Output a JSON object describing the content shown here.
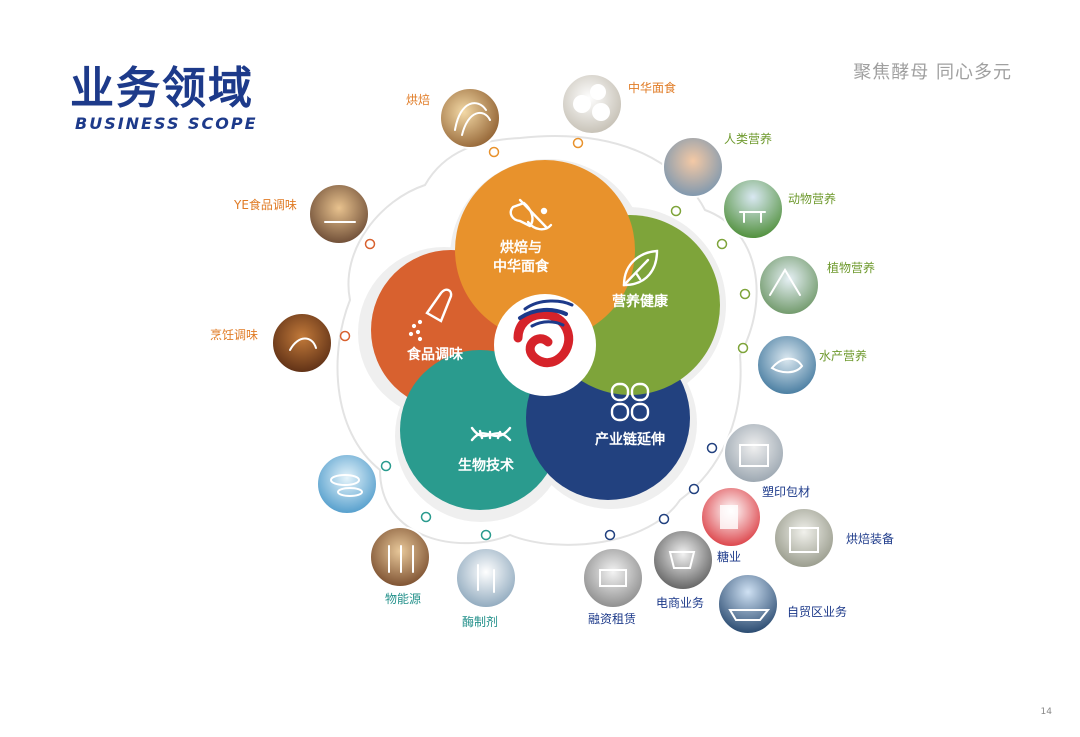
{
  "header": {
    "title_cn": "业务领域",
    "title_en": "BUSINESS SCOPE",
    "slogan": "聚焦酵母 同心多元"
  },
  "core_segments": [
    {
      "id": "seasoning",
      "label": "食品调味",
      "color": "#d8612f"
    },
    {
      "id": "baking",
      "label_line1": "烘焙与",
      "label_line2": "中华面食",
      "color": "#e8922c"
    },
    {
      "id": "nutrition",
      "label": "营养健康",
      "color": "#7ea43a"
    },
    {
      "id": "industry",
      "label": "产业链延伸",
      "color": "#22417f"
    },
    {
      "id": "biotech",
      "label": "生物技术",
      "color": "#2a9b8e"
    }
  ],
  "satellites": {
    "baking": "烘焙",
    "chinese_food": "中华面食",
    "human_nutrition": "人类营养",
    "animal_nutrition": "动物营养",
    "plant_nutrition": "植物营养",
    "aquatic_nutrition": "水产营养",
    "plastic_printing": "塑印包材",
    "baking_equipment": "烘焙装备",
    "sugar": "糖业",
    "free_trade_zone": "自贸区业务",
    "ecommerce": "电商业务",
    "leasing": "融资租赁",
    "enzyme": "酶制剂",
    "bio_energy": "物能源",
    "cooking_seasoning": "烹饪调味",
    "ye_seasoning": "YE食品调味"
  },
  "page_number": "14"
}
